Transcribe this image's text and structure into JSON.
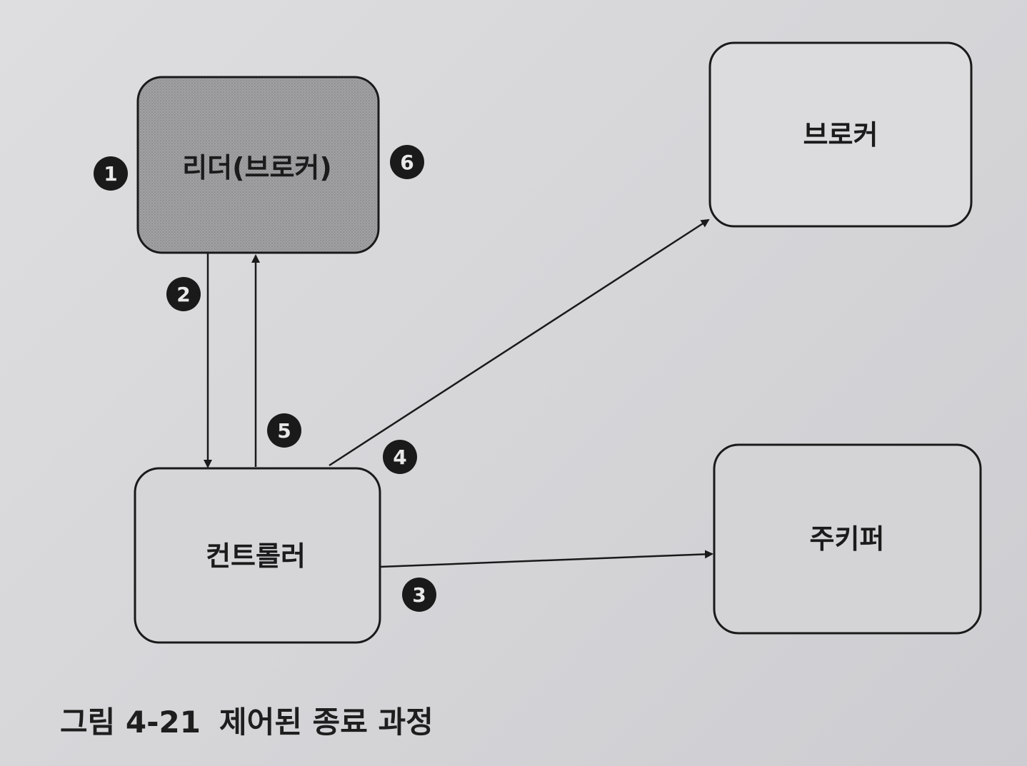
{
  "nodes": {
    "leader": "리더(브로커)",
    "broker": "브로커",
    "controller": "컨트롤러",
    "zookeeper": "주키퍼"
  },
  "steps": [
    "1",
    "2",
    "3",
    "4",
    "5",
    "6"
  ],
  "caption": {
    "number": "그림 4-21",
    "title": "제어된 종료 과정"
  },
  "colors": {
    "leader_fill": "#9a9a9c",
    "node_fill": "#dcdcde",
    "stroke": "#1a1a1a"
  }
}
